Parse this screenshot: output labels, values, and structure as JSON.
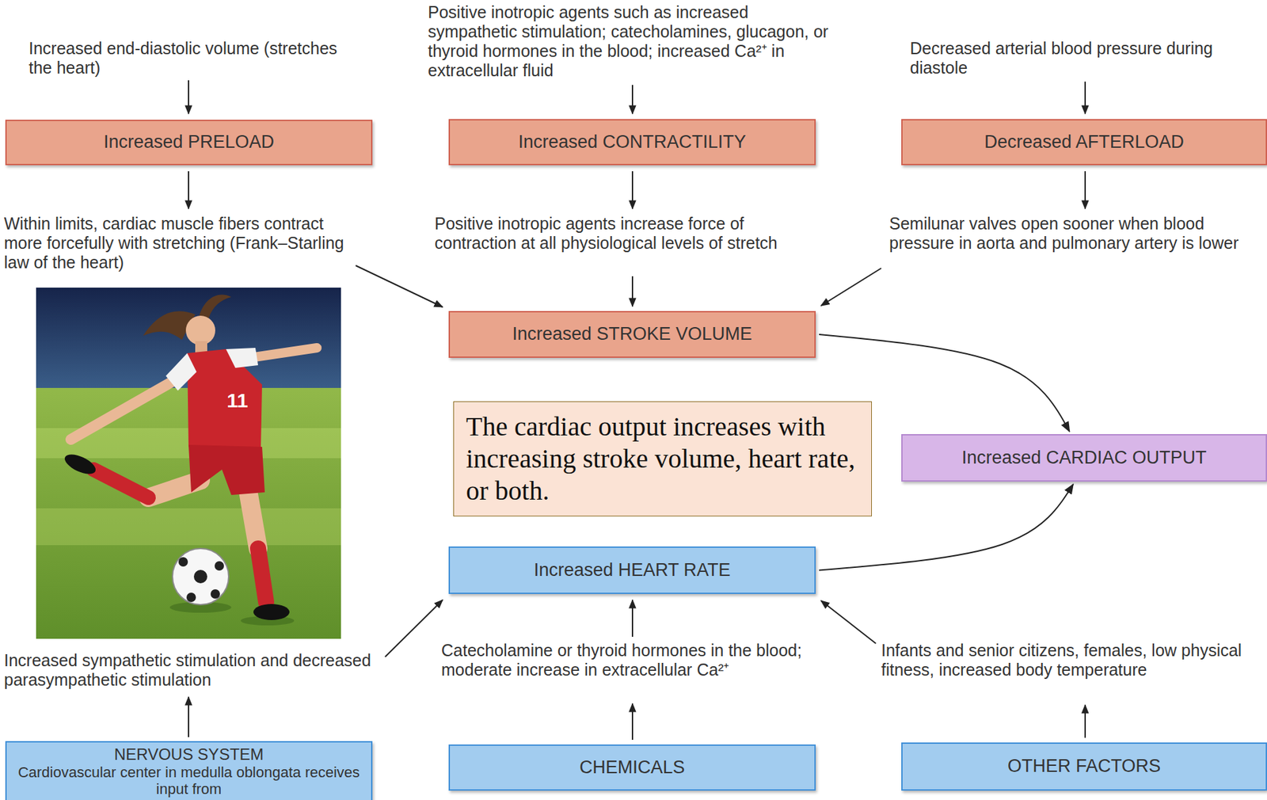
{
  "diagram": {
    "nodes": [
      {
        "text": [
          "Increased PRELOAD"
        ]
      },
      {
        "text": [
          "Increased CONTRACTILITY"
        ]
      },
      {
        "text": [
          "Decreased AFTERLOAD"
        ]
      },
      {
        "text": [
          "Increased STROKE VOLUME"
        ]
      },
      {
        "text": [
          "The cardiac output increases with increasing stroke volume, heart rate, or both."
        ]
      },
      {
        "text": [
          "Increased CARDIAC OUTPUT"
        ]
      },
      {
        "text": [
          "Increased HEART RATE"
        ]
      },
      {
        "text": [
          "NERVOUS SYSTEM",
          "Cardiovascular center in medulla oblongata receives input from"
        ]
      },
      {
        "text": [
          "CHEMICALS"
        ]
      },
      {
        "text": [
          "OTHER FACTORS"
        ]
      }
    ],
    "edges": [
      {
        "from": 3,
        "to": 5,
        "arrow": "to"
      },
      {
        "from": 6,
        "to": 5,
        "arrow": "to"
      }
    ],
    "labels": [
      "Increased end-diastolic volume (stretches the heart)",
      "Positive inotropic agents such as increased sympathetic stimulation; catecholamines, glucagon, or thyroid hormones in the blood; increased Ca²⁺ in extracellular fluid",
      "Decreased arterial blood pressure during diastole",
      "Within limits, cardiac muscle fibers contract more forcefully with stretching (Frank–Starling law of the heart)",
      "Positive inotropic agents increase force of contraction at all physiological levels of stretch",
      "Semilunar valves open sooner when blood pressure in aorta and pulmonary artery is lower",
      "11",
      "Increased sympathetic stimulation and decreased parasympathetic stimulation",
      "Catecholamine or thyroid hormones in the blood; moderate increase in extracellular Ca²⁺",
      "Infants and senior citizens, females, low physical fitness, increased body temperature"
    ]
  }
}
